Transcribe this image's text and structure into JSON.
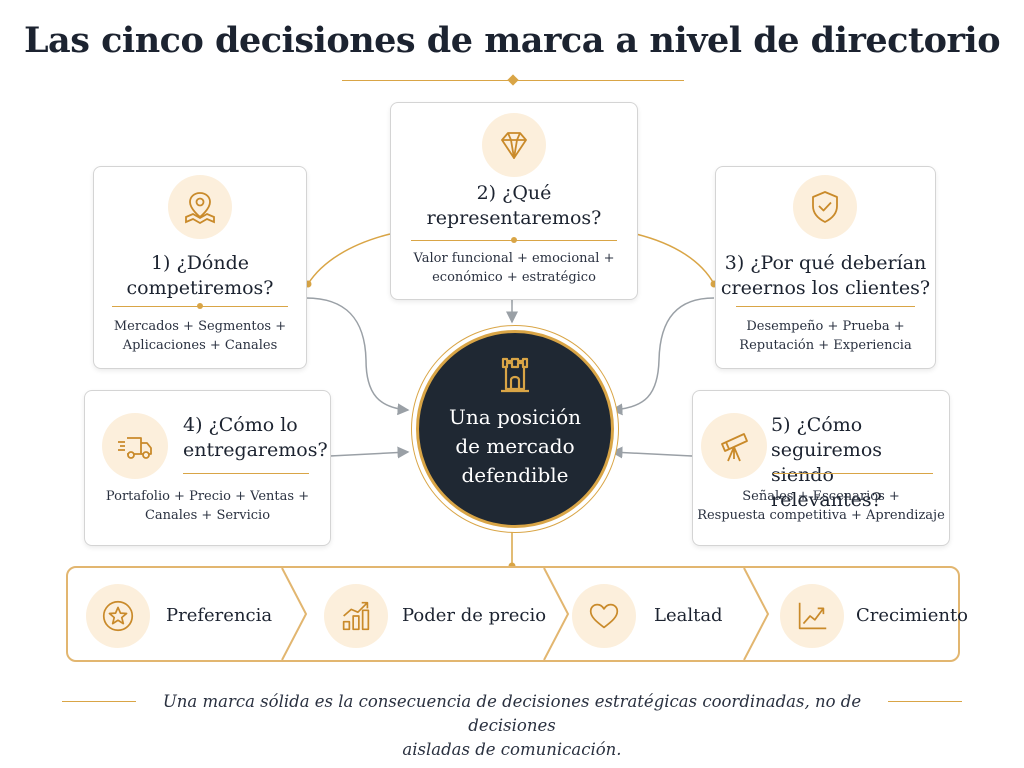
{
  "title": "Las cinco decisiones de marca a nivel de directorio",
  "center": {
    "line1": "Una posición",
    "line2": "de mercado",
    "line3": "defendible",
    "icon": "castle-tower-icon"
  },
  "decisions": [
    {
      "q_line1": "1) ¿Dónde",
      "q_line2": "competiremos?",
      "items_line1": "Mercados + Segmentos +",
      "items_line2": "Aplicaciones + Canales",
      "icon": "map-pin-icon"
    },
    {
      "q_line1": "2) ¿Qué",
      "q_line2": "representaremos?",
      "items_line1": "Valor funcional + emocional +",
      "items_line2": "económico + estratégico",
      "icon": "diamond-icon"
    },
    {
      "q_line1": "3) ¿Por qué deberían",
      "q_line2": "creernos los clientes?",
      "items_line1": "Desempeño + Prueba +",
      "items_line2": "Reputación + Experiencia",
      "icon": "shield-check-icon"
    },
    {
      "q_line1": "4) ¿Cómo lo",
      "q_line2": "entregaremos?",
      "items_line1": "Portafolio + Precio + Ventas +",
      "items_line2": "Canales + Servicio",
      "icon": "delivery-truck-icon"
    },
    {
      "q_line1": "5) ¿Cómo seguiremos",
      "q_line2": "siendo relevantes?",
      "items_line1": "Señales + Escenarios +",
      "items_line2": "Respuesta competitiva + Aprendizaje",
      "icon": "telescope-icon"
    }
  ],
  "outcomes": [
    {
      "label": "Preferencia",
      "icon": "star-icon"
    },
    {
      "label": "Poder de precio",
      "icon": "growth-bars-icon"
    },
    {
      "label": "Lealtad",
      "icon": "heart-icon"
    },
    {
      "label": "Crecimiento",
      "icon": "trend-chart-icon"
    }
  ],
  "footer": {
    "line1": "Una marca sólida es la consecuencia de decisiones estratégicas coordinadas, no de decisiones",
    "line2": "aisladas de comunicación."
  },
  "colors": {
    "accent": "#d9a546",
    "dark": "#1f2833",
    "icon_bg": "#fcefdc",
    "text": "#1c2330",
    "connector": "#9aa0a6"
  }
}
